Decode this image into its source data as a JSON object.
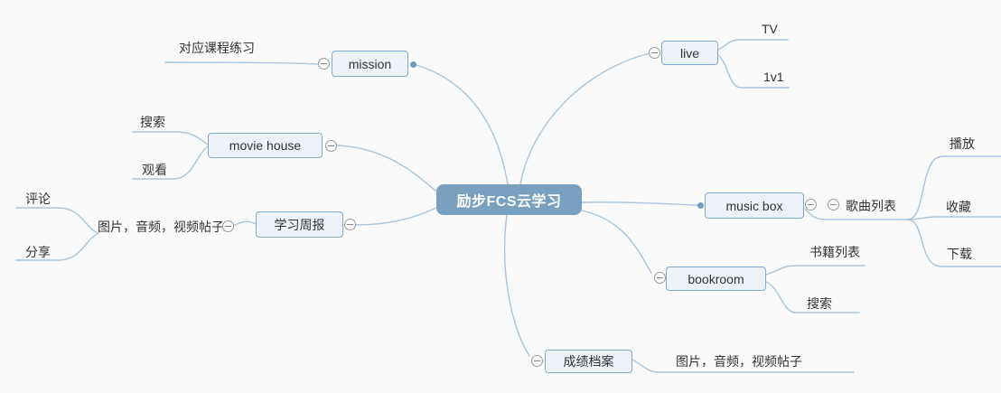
{
  "root": {
    "label": "励步FCS云学习"
  },
  "left": {
    "mission": {
      "label": "mission",
      "children": {
        "practice": {
          "label": "对应课程练习"
        }
      }
    },
    "movie_house": {
      "label": "movie house",
      "children": {
        "search": {
          "label": "搜索"
        },
        "watch": {
          "label": "观看"
        }
      }
    },
    "weekly_report": {
      "label": "学习周报",
      "children": {
        "posts": {
          "label": "图片，音频，视频帖子",
          "children": {
            "comment": {
              "label": "评论"
            },
            "share": {
              "label": "分享"
            }
          }
        }
      }
    }
  },
  "right": {
    "live": {
      "label": "live",
      "children": {
        "tv": {
          "label": "TV"
        },
        "one_on_one": {
          "label": "1v1"
        }
      }
    },
    "music_box": {
      "label": "music box",
      "children": {
        "song_list": {
          "label": "歌曲列表",
          "children": {
            "play": {
              "label": "播放"
            },
            "favorite": {
              "label": "收藏"
            },
            "download": {
              "label": "下载"
            }
          }
        }
      }
    },
    "bookroom": {
      "label": "bookroom",
      "children": {
        "book_list": {
          "label": "书籍列表"
        },
        "search": {
          "label": "搜索"
        }
      }
    },
    "score_archive": {
      "label": "成绩档案",
      "children": {
        "posts": {
          "label": "图片，音频，视频帖子"
        }
      }
    }
  },
  "colors": {
    "background": "#fafafa",
    "root_fill": "#7aa0bf",
    "root_text": "#ffffff",
    "node_fill": "#edf2f8",
    "node_border": "#7fa9ce",
    "edge": "#a9c4dc",
    "expander_border": "#999999",
    "anchor_dot": "#6e9cc9",
    "text": "#333333"
  }
}
